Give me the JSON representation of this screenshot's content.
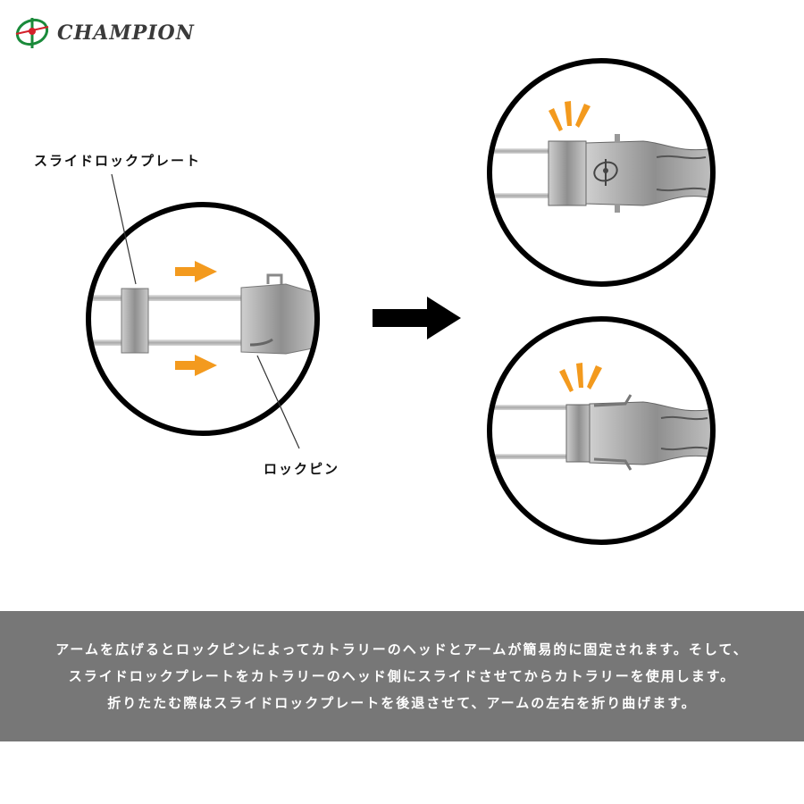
{
  "brand": {
    "name": "CHAMPION",
    "colors": {
      "green": "#1a8a3a",
      "red": "#d4202a",
      "text": "#3a3a3a"
    }
  },
  "labels": {
    "slide_lock_plate": "スライドロックプレート",
    "lock_pin": "ロックピン"
  },
  "icons": {
    "slide_arrows": "arrow-right-icon",
    "transition_arrow": "big-arrow-right-icon",
    "click_marks": "click-burst-icon"
  },
  "colors": {
    "accent_orange": "#f39a1e",
    "caption_band": "#777777",
    "metal": "#c2c2c2"
  },
  "caption": {
    "line1": "アームを広げるとロックピンによってカトラリーのヘッドとアームが簡易的に固定されます。そして、",
    "line2": "スライドロックプレートをカトラリーのヘッド側にスライドさせてからカトラリーを使用します。",
    "line3": "折りたたむ際はスライドロックプレートを後退させて、アームの左右を折り曲げます。"
  }
}
